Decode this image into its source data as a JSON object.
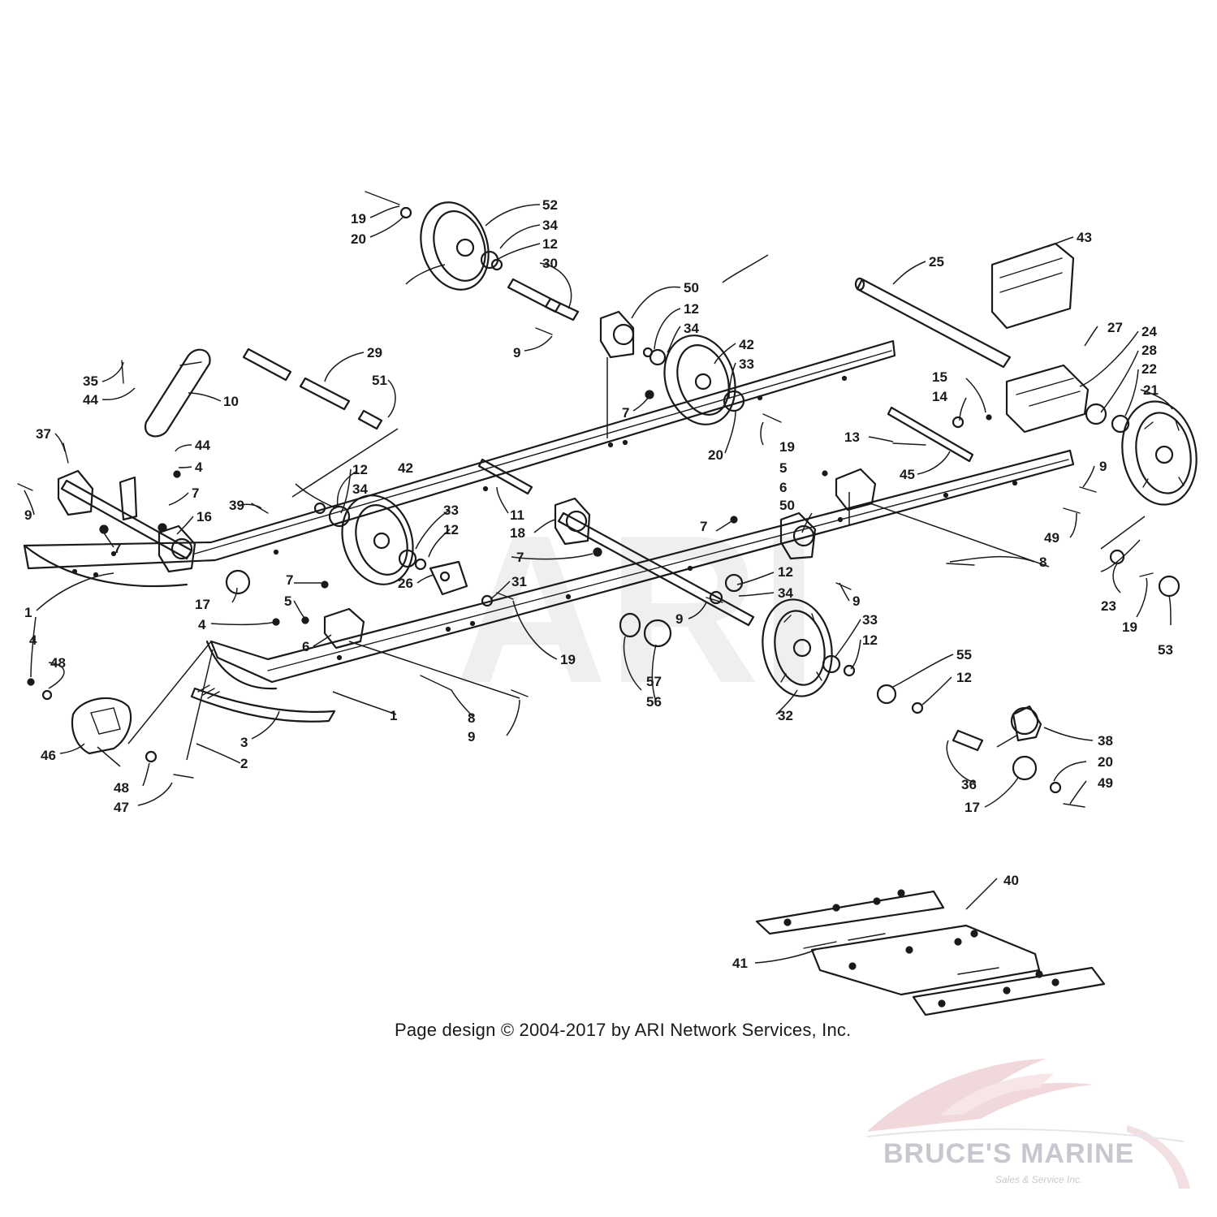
{
  "copyright": "Page design © 2004-2017 by ARI Network Services, Inc.",
  "watermark": {
    "name": "BRUCE'S MARINE",
    "sub": "Sales & Service Inc.",
    "center_mark": "ARI"
  },
  "callouts": [
    {
      "id": "c-19a",
      "text": "19"
    },
    {
      "id": "c-20a",
      "text": "20"
    },
    {
      "id": "c-52",
      "text": "52"
    },
    {
      "id": "c-34a",
      "text": "34"
    },
    {
      "id": "c-12a",
      "text": "12"
    },
    {
      "id": "c-30",
      "text": "30"
    },
    {
      "id": "c-50a",
      "text": "50"
    },
    {
      "id": "c-12b",
      "text": "12"
    },
    {
      "id": "c-34b",
      "text": "34"
    },
    {
      "id": "c-9a",
      "text": "9"
    },
    {
      "id": "c-42a",
      "text": "42"
    },
    {
      "id": "c-33a",
      "text": "33"
    },
    {
      "id": "c-7a",
      "text": "7"
    },
    {
      "id": "c-20b",
      "text": "20"
    },
    {
      "id": "c-19b",
      "text": "19"
    },
    {
      "id": "c-25",
      "text": "25"
    },
    {
      "id": "c-43",
      "text": "43"
    },
    {
      "id": "c-27",
      "text": "27"
    },
    {
      "id": "c-24",
      "text": "24"
    },
    {
      "id": "c-28",
      "text": "28"
    },
    {
      "id": "c-22",
      "text": "22"
    },
    {
      "id": "c-21",
      "text": "21"
    },
    {
      "id": "c-15",
      "text": "15"
    },
    {
      "id": "c-14",
      "text": "14"
    },
    {
      "id": "c-13",
      "text": "13"
    },
    {
      "id": "c-45",
      "text": "45"
    },
    {
      "id": "c-9b",
      "text": "9"
    },
    {
      "id": "c-49a",
      "text": "49"
    },
    {
      "id": "c-35",
      "text": "35"
    },
    {
      "id": "c-44a",
      "text": "44"
    },
    {
      "id": "c-10",
      "text": "10"
    },
    {
      "id": "c-29",
      "text": "29"
    },
    {
      "id": "c-51",
      "text": "51"
    },
    {
      "id": "c-37",
      "text": "37"
    },
    {
      "id": "c-44b",
      "text": "44"
    },
    {
      "id": "c-4a",
      "text": "4"
    },
    {
      "id": "c-7b",
      "text": "7"
    },
    {
      "id": "c-9c",
      "text": "9"
    },
    {
      "id": "c-16",
      "text": "16"
    },
    {
      "id": "c-39",
      "text": "39"
    },
    {
      "id": "c-7c",
      "text": "7"
    },
    {
      "id": "c-12c",
      "text": "12"
    },
    {
      "id": "c-34c",
      "text": "34"
    },
    {
      "id": "c-42b",
      "text": "42"
    },
    {
      "id": "c-11",
      "text": "11"
    },
    {
      "id": "c-18",
      "text": "18"
    },
    {
      "id": "c-5a",
      "text": "5"
    },
    {
      "id": "c-6a",
      "text": "6"
    },
    {
      "id": "c-7d",
      "text": "7"
    },
    {
      "id": "c-50b",
      "text": "50"
    },
    {
      "id": "c-8a",
      "text": "8"
    },
    {
      "id": "c-1a",
      "text": "1"
    },
    {
      "id": "c-17a",
      "text": "17"
    },
    {
      "id": "c-33b",
      "text": "33"
    },
    {
      "id": "c-12d",
      "text": "12"
    },
    {
      "id": "c-7e",
      "text": "7"
    },
    {
      "id": "c-31",
      "text": "31"
    },
    {
      "id": "c-26",
      "text": "26"
    },
    {
      "id": "c-7f",
      "text": "7"
    },
    {
      "id": "c-5b",
      "text": "5"
    },
    {
      "id": "c-4b",
      "text": "4"
    },
    {
      "id": "c-6b",
      "text": "6"
    },
    {
      "id": "c-12e",
      "text": "12"
    },
    {
      "id": "c-34d",
      "text": "34"
    },
    {
      "id": "c-9d",
      "text": "9"
    },
    {
      "id": "c-9e",
      "text": "9"
    },
    {
      "id": "c-19c",
      "text": "19"
    },
    {
      "id": "c-33c",
      "text": "33"
    },
    {
      "id": "c-12f",
      "text": "12"
    },
    {
      "id": "c-23",
      "text": "23"
    },
    {
      "id": "c-19d",
      "text": "19"
    },
    {
      "id": "c-53",
      "text": "53"
    },
    {
      "id": "c-4c",
      "text": "4"
    },
    {
      "id": "c-48a",
      "text": "48"
    },
    {
      "id": "c-57",
      "text": "57"
    },
    {
      "id": "c-56",
      "text": "56"
    },
    {
      "id": "c-32",
      "text": "32"
    },
    {
      "id": "c-55",
      "text": "55"
    },
    {
      "id": "c-12g",
      "text": "12"
    },
    {
      "id": "c-1b",
      "text": "1"
    },
    {
      "id": "c-8b",
      "text": "8"
    },
    {
      "id": "c-9f",
      "text": "9"
    },
    {
      "id": "c-46",
      "text": "46"
    },
    {
      "id": "c-3",
      "text": "3"
    },
    {
      "id": "c-2",
      "text": "2"
    },
    {
      "id": "c-38",
      "text": "38"
    },
    {
      "id": "c-20c",
      "text": "20"
    },
    {
      "id": "c-49b",
      "text": "49"
    },
    {
      "id": "c-36",
      "text": "36"
    },
    {
      "id": "c-17b",
      "text": "17"
    },
    {
      "id": "c-48b",
      "text": "48"
    },
    {
      "id": "c-47",
      "text": "47"
    },
    {
      "id": "c-40",
      "text": "40"
    },
    {
      "id": "c-41",
      "text": "41"
    }
  ]
}
